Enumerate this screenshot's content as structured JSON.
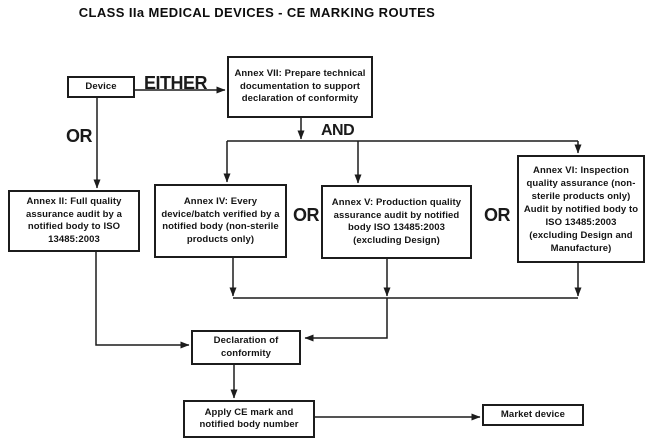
{
  "title": "CLASS IIa MEDICAL DEVICES - CE MARKING ROUTES",
  "nodes": {
    "device": {
      "label": "Device"
    },
    "annex_vii": {
      "label": "Annex VII: Prepare technical documentation to support declaration of conformity"
    },
    "annex_ii": {
      "label": "Annex II: Full quality assurance audit by a notified body to ISO 13485:2003"
    },
    "annex_iv": {
      "label": "Annex IV: Every device/batch verified by a notified body (non-sterile products only)"
    },
    "annex_v": {
      "label": "Annex V: Production quality assurance audit by notified body ISO 13485:2003 (excluding Design)"
    },
    "annex_vi": {
      "label": "Annex VI: Inspection quality assurance (non-sterile products only) Audit by notified body to ISO 13485:2003 (excluding Design and Manufacture)"
    },
    "declaration": {
      "label": "Declaration of conformity"
    },
    "apply_ce": {
      "label": "Apply CE mark and notified body number"
    },
    "market": {
      "label": "Market device"
    }
  },
  "edge_labels": {
    "either": "EITHER",
    "or_left": "OR",
    "and": "AND",
    "or_mid": "OR",
    "or_right": "OR"
  },
  "colors": {
    "background": "#ffffff",
    "line": "#1c1c1c",
    "text": "#111111"
  }
}
